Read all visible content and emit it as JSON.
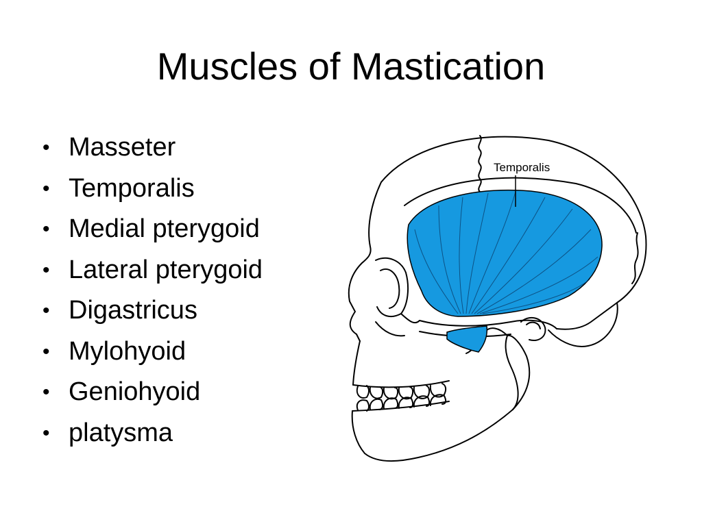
{
  "slide": {
    "title": "Muscles of Mastication",
    "bullets": [
      "Masseter",
      "Temporalis",
      "Medial pterygoid",
      "Lateral pterygoid",
      "Digastricus",
      "Mylohyoid",
      "Geniohyoid",
      "platysma"
    ]
  },
  "figure": {
    "label": "Temporalis",
    "muscle_color": "#1699e0",
    "line_color": "#000000"
  }
}
